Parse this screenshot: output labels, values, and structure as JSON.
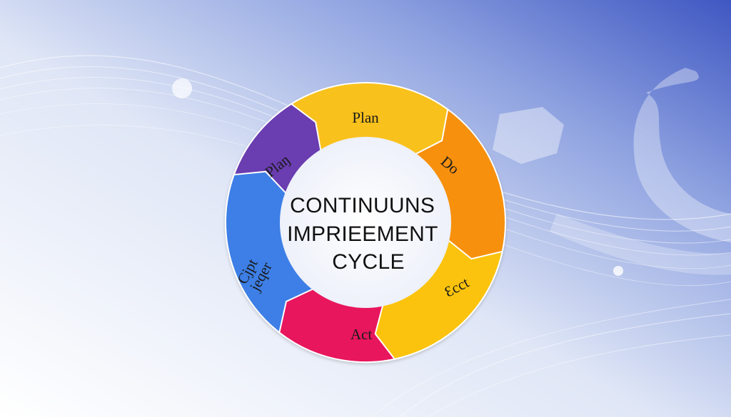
{
  "diagram": {
    "center_title_lines": [
      "CONTINUUNS",
      "IMPRIEEMENT",
      "CYCLE"
    ],
    "segments": [
      {
        "id": "top",
        "label": "Plan",
        "color": "#f9c11a"
      },
      {
        "id": "right-upper",
        "label": "Do",
        "color": "#f7900f"
      },
      {
        "id": "right-lower",
        "label": "Ɛcct",
        "color": "#fbc30f"
      },
      {
        "id": "bottom",
        "label": "Act",
        "color": "#e8175d"
      },
      {
        "id": "left-lower",
        "label": "Cjpt\njeqer",
        "color": "#3e7fe6"
      },
      {
        "id": "left-upper",
        "label": "Plaŋ",
        "color": "#6a3db0"
      }
    ]
  },
  "background": {
    "gradient_start": "#ffffff",
    "gradient_end": "#3f5cc4"
  }
}
